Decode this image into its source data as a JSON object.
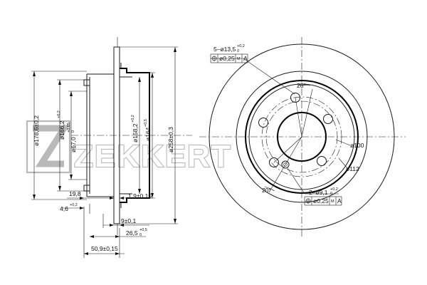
{
  "logo": {
    "text": "ZEKKERT"
  },
  "side_view": {
    "vertical_dims": {
      "d_outer": "ø178,6±0,2",
      "d_mid": "ø166,2",
      "d_mid_tol": "+0,2",
      "d_bore": "ø67,0",
      "d_bore_tol_up": "+0,05",
      "d_bore_tol_low": "0",
      "d_hat1": "ø158,2",
      "d_hat1_tol": "+0,2",
      "d_hat2": "ø164",
      "d_hat2_tol": "+0,5",
      "d_disc": "ø258±0,3"
    },
    "horizontal_dims": {
      "h_19_8": "19,8",
      "h_4_6": "4,6",
      "h_4_6_tol": "+0,2",
      "h_1_9": "1,9±0,15",
      "h_9": "9±0,1",
      "h_26_5": "26,5",
      "h_26_5_tol_up": "+0,5",
      "h_26_5_tol_low": "0",
      "h_50_9": "50,9±0,15"
    }
  },
  "front_view": {
    "holes_top": "5–ø13,5",
    "holes_top_tol": "+0,2",
    "holes_top_tol_low": "0",
    "holes_bottom": "2–ø9,1",
    "holes_bottom_tol": "+0,2",
    "holes_bottom_tol_low": "0",
    "tol_frame_top": [
      "ø0,25",
      "M",
      "A"
    ],
    "tol_frame_bottom": [
      "ø0,25",
      "M",
      "A"
    ],
    "angle_top": "20°",
    "angle_bottom": "20°",
    "pcd_100": "ø100",
    "pcd_112": "ø112"
  }
}
